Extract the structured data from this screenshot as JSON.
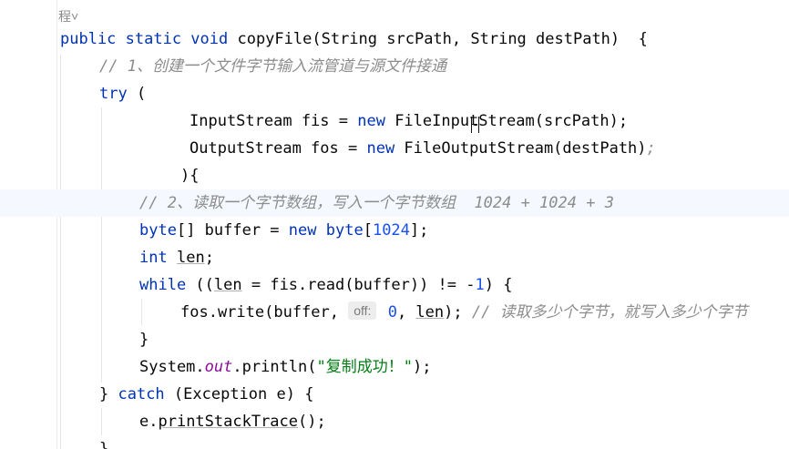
{
  "editor": {
    "fold_hint": "程",
    "fold_chevron": "˅",
    "lines": [
      {
        "tokens": [
          {
            "t": "public static void ",
            "c": "kw"
          },
          {
            "t": "copyFile(",
            "c": ""
          },
          {
            "t": "String",
            "c": ""
          },
          {
            "t": " srcPath, ",
            "c": ""
          },
          {
            "t": "String",
            "c": ""
          },
          {
            "t": " destPath)  {",
            "c": ""
          }
        ]
      },
      {
        "tokens": [
          {
            "t": "// 1、创建一个文件字节输入流管道与源文件接通",
            "c": "cmt"
          }
        ]
      },
      {
        "tokens": [
          {
            "t": "try",
            "c": "kw"
          },
          {
            "t": " (",
            "c": ""
          }
        ]
      },
      {
        "tokens": [
          {
            "t": "InputStream fis = ",
            "c": ""
          },
          {
            "t": "new",
            "c": "kw"
          },
          {
            "t": " FileInputStream(srcPath);",
            "c": ""
          }
        ]
      },
      {
        "tokens": [
          {
            "t": "OutputStream fos = ",
            "c": ""
          },
          {
            "t": "new",
            "c": "kw"
          },
          {
            "t": " FileOutputStream(destPath)",
            "c": ""
          },
          {
            "t": ";",
            "c": "cmt"
          }
        ]
      },
      {
        "tokens": [
          {
            "t": "){",
            "c": ""
          }
        ]
      },
      {
        "tokens": [
          {
            "t": "// 2、读取一个字节数组，写入一个字节数组  1024 + 1024 + 3",
            "c": "cmt"
          }
        ]
      },
      {
        "tokens": [
          {
            "t": "byte",
            "c": "kw"
          },
          {
            "t": "[] buffer = ",
            "c": ""
          },
          {
            "t": "new",
            "c": "kw"
          },
          {
            "t": " ",
            "c": ""
          },
          {
            "t": "byte",
            "c": "kw"
          },
          {
            "t": "[",
            "c": ""
          },
          {
            "t": "1024",
            "c": "num"
          },
          {
            "t": "];",
            "c": ""
          }
        ]
      },
      {
        "tokens": [
          {
            "t": "int",
            "c": "kw"
          },
          {
            "t": " ",
            "c": ""
          },
          {
            "t": "len",
            "c": "ul"
          },
          {
            "t": ";",
            "c": ""
          }
        ]
      },
      {
        "tokens": [
          {
            "t": "while",
            "c": "kw"
          },
          {
            "t": " ((",
            "c": ""
          },
          {
            "t": "len",
            "c": "ul"
          },
          {
            "t": " = fis.read(buffer)) != -",
            "c": ""
          },
          {
            "t": "1",
            "c": "num"
          },
          {
            "t": ") {",
            "c": ""
          }
        ]
      },
      {
        "tokens": [
          {
            "t": "fos.write(buffer, ",
            "c": ""
          },
          {
            "t": "off:",
            "c": "hint"
          },
          {
            "t": " ",
            "c": ""
          },
          {
            "t": "0",
            "c": "num"
          },
          {
            "t": ", ",
            "c": ""
          },
          {
            "t": "len",
            "c": "ul"
          },
          {
            "t": "); ",
            "c": ""
          },
          {
            "t": "// 读取多少个字节，就写入多少个字节",
            "c": "cmt"
          }
        ]
      },
      {
        "tokens": [
          {
            "t": "}",
            "c": ""
          }
        ]
      },
      {
        "tokens": [
          {
            "t": "System.",
            "c": ""
          },
          {
            "t": "out",
            "c": "field"
          },
          {
            "t": ".println(",
            "c": ""
          },
          {
            "t": "\"复制成功！\"",
            "c": "str"
          },
          {
            "t": ");",
            "c": ""
          }
        ]
      },
      {
        "tokens": [
          {
            "t": "} ",
            "c": ""
          },
          {
            "t": "catch",
            "c": "kw"
          },
          {
            "t": " (Exception e) {",
            "c": ""
          }
        ]
      },
      {
        "tokens": [
          {
            "t": "e.",
            "c": ""
          },
          {
            "t": "printStackTrace",
            "c": "ul"
          },
          {
            "t": "();",
            "c": ""
          }
        ]
      },
      {
        "tokens": [
          {
            "t": "}",
            "c": ""
          }
        ]
      }
    ]
  }
}
